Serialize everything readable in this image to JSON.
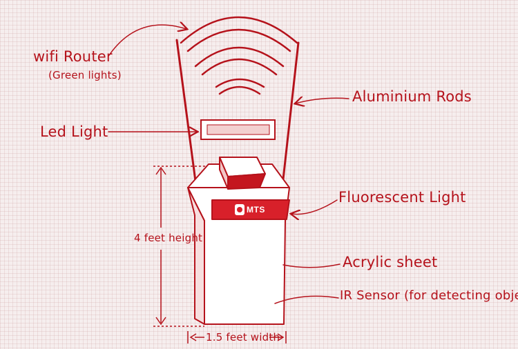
{
  "labels": {
    "wifi_router": "wifi Router",
    "wifi_router_note": "(Green lights)",
    "led_light": "Led Light",
    "aluminium_rods": "Aluminium Rods",
    "fluorescent_light": "Fluorescent Light",
    "acrylic_sheet": "Acrylic sheet",
    "ir_sensor": "IR Sensor (for detecting object)",
    "height": "4 feet height",
    "width": "1.5 feet width"
  },
  "brand": {
    "name": "MTS"
  },
  "colors": {
    "ink": "#b5121b",
    "accent_red": "#d8202a",
    "paper": "#f6eeee"
  }
}
